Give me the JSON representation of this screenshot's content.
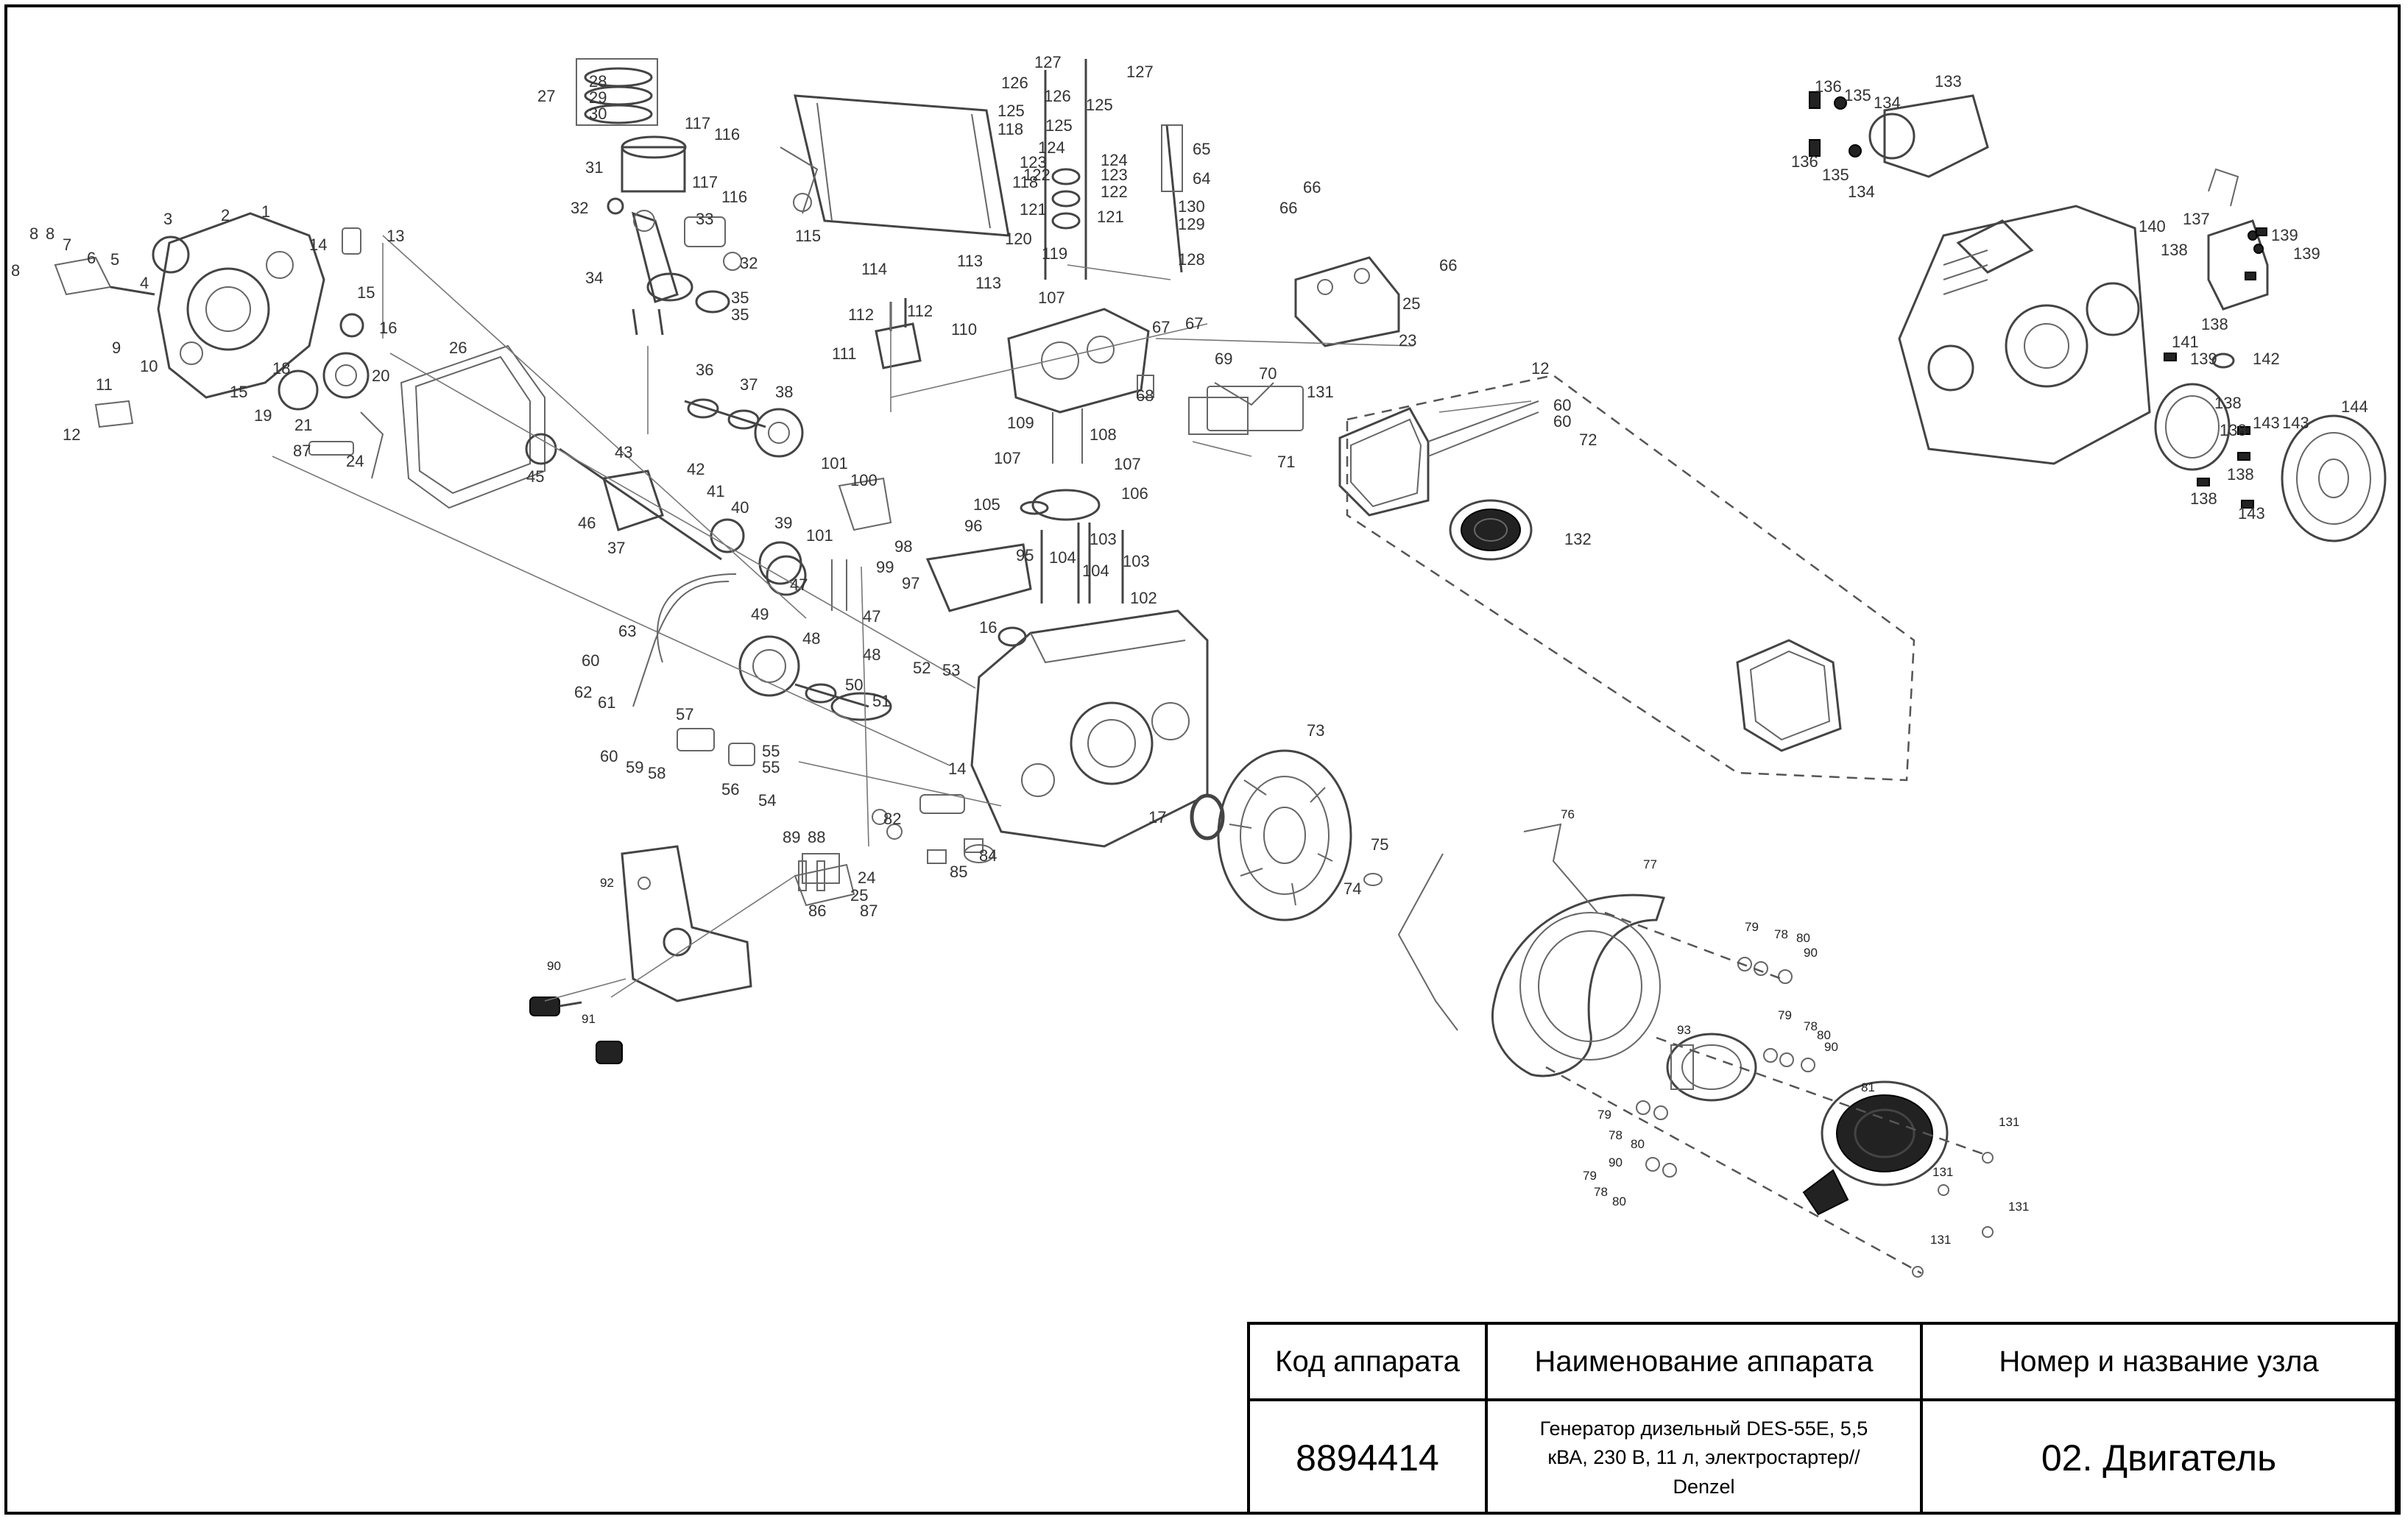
{
  "title_block": {
    "headers": {
      "code": "Код аппарата",
      "name": "Наименование аппарата",
      "unit": "Номер и название узла"
    },
    "values": {
      "code": "8894414",
      "name": "Генератор дизельный DES-55E, 5,5 кВА, 230 В, 11 л, электростартер// Denzel",
      "unit": "02. Двигатель"
    }
  },
  "callouts": {
    "c1": "1",
    "c2": "2",
    "c3": "3",
    "c4": "4",
    "c5": "5",
    "c6": "6",
    "c7": "7",
    "c8": "8",
    "c9": "9",
    "c10": "10",
    "c11": "11",
    "c12": "12",
    "c13": "13",
    "c14": "14",
    "c15": "15",
    "c16": "16",
    "c17": "17",
    "c18": "18",
    "c19": "19",
    "c20": "20",
    "c21": "21",
    "c23": "23",
    "c24": "24",
    "c25": "25",
    "c26": "26",
    "c27": "27",
    "c28": "28",
    "c29": "29",
    "c30": "30",
    "c31": "31",
    "c32": "32",
    "c33": "33",
    "c34": "34",
    "c35": "35",
    "c36": "36",
    "c37": "37",
    "c38": "38",
    "c39": "39",
    "c40": "40",
    "c41": "41",
    "c42": "42",
    "c43": "43",
    "c45": "45",
    "c46": "46",
    "c47": "47",
    "c48": "48",
    "c49": "49",
    "c50": "50",
    "c51": "51",
    "c52": "52",
    "c53": "53",
    "c54": "54",
    "c55": "55",
    "c56": "56",
    "c57": "57",
    "c58": "58",
    "c59": "59",
    "c60": "60",
    "c61": "61",
    "c62": "62",
    "c63": "63",
    "c64": "64",
    "c65": "65",
    "c66": "66",
    "c67": "67",
    "c68": "68",
    "c69": "69",
    "c70": "70",
    "c71": "71",
    "c72": "72",
    "c73": "73",
    "c74": "74",
    "c75": "75",
    "c76": "76",
    "c77": "77",
    "c78": "78",
    "c79": "79",
    "c80": "80",
    "c81": "81",
    "c82": "82",
    "c84": "84",
    "c85": "85",
    "c86": "86",
    "c87": "87",
    "c88": "88",
    "c89": "89",
    "c90": "90",
    "c91": "91",
    "c92": "92",
    "c93": "93",
    "c95": "95",
    "c96": "96",
    "c97": "97",
    "c98": "98",
    "c99": "99",
    "c100": "100",
    "c101": "101",
    "c102": "102",
    "c103": "103",
    "c104": "104",
    "c105": "105",
    "c106": "106",
    "c107": "107",
    "c108": "108",
    "c109": "109",
    "c110": "110",
    "c111": "111",
    "c112": "112",
    "c113": "113",
    "c114": "114",
    "c115": "115",
    "c116": "116",
    "c117": "117",
    "c118": "118",
    "c119": "119",
    "c120": "120",
    "c121": "121",
    "c122": "122",
    "c123": "123",
    "c124": "124",
    "c125": "125",
    "c126": "126",
    "c127": "127",
    "c128": "128",
    "c129": "129",
    "c130": "130",
    "c131": "131",
    "c132": "132",
    "c133": "133",
    "c134": "134",
    "c135": "135",
    "c136": "136",
    "c137": "137",
    "c138": "138",
    "c139": "139",
    "c140": "140",
    "c141": "141",
    "c142": "142",
    "c143": "143",
    "c144": "144"
  }
}
